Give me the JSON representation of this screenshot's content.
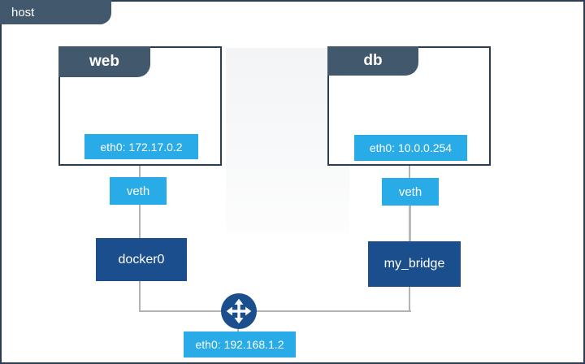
{
  "host": {
    "label": "host",
    "eth": "eth0: 192.168.1.2",
    "router_icon": "four-way-arrows"
  },
  "containers": [
    {
      "label": "web",
      "eth": "eth0: 172.17.0.2",
      "veth": "veth",
      "bridge": "docker0"
    },
    {
      "label": "db",
      "eth": "eth0: 10.0.0.254",
      "veth": "veth",
      "bridge": "my_bridge"
    }
  ],
  "colors": {
    "accent_blue": "#29abe8",
    "bridge_navy": "#1b4e8c",
    "tab_slate": "#42586c",
    "box_border": "#2b3e50",
    "line_gray": "#b3b3b3"
  }
}
